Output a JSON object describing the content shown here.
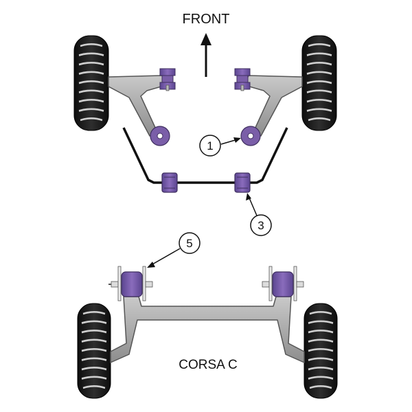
{
  "front_label": "FRONT",
  "model_label": "CORSA C",
  "callouts": [
    "1",
    "3",
    "5"
  ],
  "colors": {
    "bush_purple": "#7a5ea8",
    "bush_purple_dark": "#55407a",
    "arm_grey": "#9a9a9a",
    "arm_grey_dark": "#555555",
    "tyre": "#1a1a1a",
    "tyre_tread": "#cfcfcf"
  }
}
